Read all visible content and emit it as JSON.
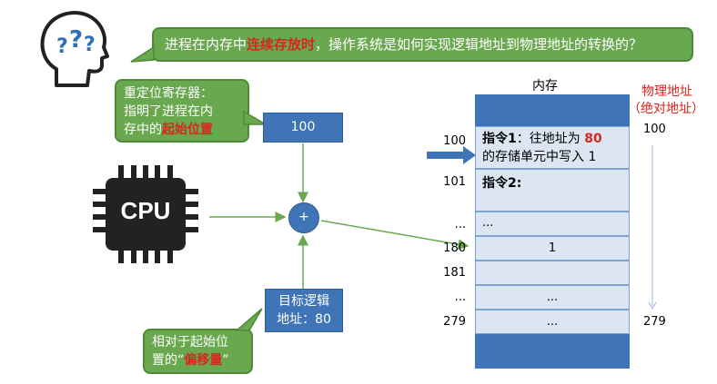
{
  "question": {
    "pre": "进程在内存中",
    "highlight": "连续存放时",
    "post": "，操作系统是如何实现逻辑地址到物理地址的转换的？"
  },
  "relocation_note": {
    "line1": "重定位寄存器：",
    "line2": "指明了进程在内",
    "line3_pre": "存中的",
    "line3_hl": "起始位置"
  },
  "relocation_value": "100",
  "cpu_label": "CPU",
  "adder_symbol": "+",
  "logical_address": {
    "line1": "目标逻辑",
    "line2": "地址：80"
  },
  "offset_note": {
    "line1": "相对于起始位",
    "line2_pre": "置的“",
    "line2_hl": "偏移量",
    "line2_post": "”"
  },
  "memory": {
    "title": "内存",
    "rows": [
      {
        "addr": "100",
        "text": ""
      },
      {
        "addr": "101",
        "text": "指令2:"
      },
      {
        "addr": "...",
        "text": "..."
      },
      {
        "addr": "180",
        "text": "1"
      },
      {
        "addr": "181",
        "text": ""
      },
      {
        "addr": "...",
        "text": "..."
      },
      {
        "addr": "279",
        "text": "..."
      }
    ],
    "instruction1": {
      "label": "指令1",
      "pre": "：往地址为 ",
      "hl": "80",
      "line2": "的存储单元中写入 1"
    }
  },
  "physical": {
    "title1": "物理地址",
    "title2": "（绝对地址）",
    "start": "100",
    "end": "279"
  },
  "colors": {
    "accent_green": "#6aa84f",
    "accent_blue": "#3f74b7",
    "highlight_red": "#d9261c"
  }
}
